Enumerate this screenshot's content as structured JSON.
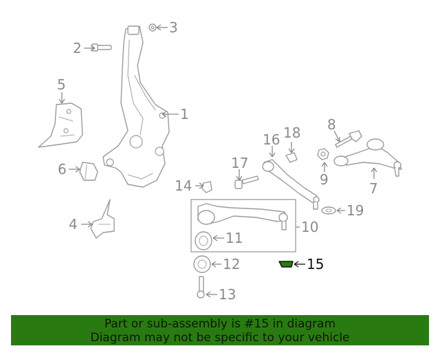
{
  "callouts": [
    "1",
    "2",
    "3",
    "4",
    "5",
    "6",
    "7",
    "8",
    "9",
    "10",
    "11",
    "12",
    "13",
    "14",
    "15",
    "16",
    "17",
    "18",
    "19"
  ],
  "highlighted_part": "15",
  "highlight_color": "#2a7a12",
  "banner": {
    "line1": "Part or sub-assembly is #15 in diagram",
    "line2": "Diagram may not be specific to your vehicle",
    "background": "#2a7a12"
  }
}
